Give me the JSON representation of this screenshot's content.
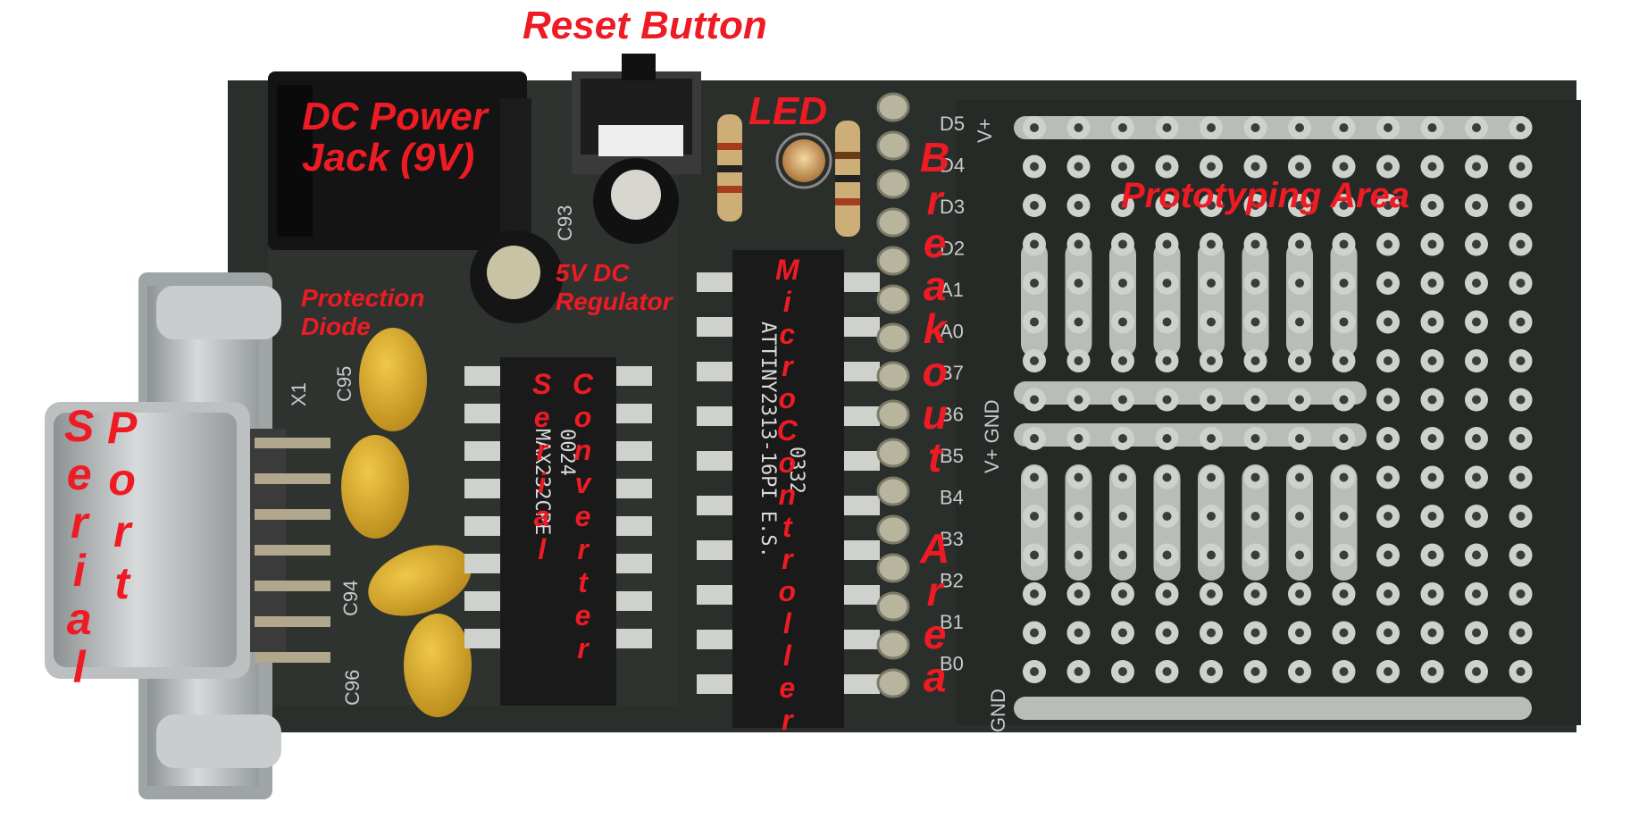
{
  "labels": {
    "reset_button": "Reset Button",
    "dc_power_jack_line1": "DC Power",
    "dc_power_jack_line2": "Jack (9V)",
    "led": "LED",
    "prototyping_area": "Prototyping Area",
    "regulator_line1": "5V DC",
    "regulator_line2": "Regulator",
    "protection_diode_line1": "Protection",
    "protection_diode_line2": "Diode",
    "serial_port_col1": "Serial",
    "serial_port_col2": "Port",
    "serial_converter_col1": "Serial",
    "serial_converter_col2": "Converter",
    "microcontroller": "MicroController",
    "breakout_area_col1": "Breakout",
    "breakout_area_col2": "Area"
  },
  "silkscreen": {
    "breakout_pins": [
      "D5",
      "D4",
      "D3",
      "D2",
      "A1",
      "A0",
      "B7",
      "B6",
      "B5",
      "B4",
      "B3",
      "B2",
      "B1",
      "B0"
    ],
    "vplus_top": "V+",
    "vplus_gnd": "V+ GND",
    "gnd_bottom": "GND",
    "x1": "X1",
    "c95": "C95",
    "c94": "C94",
    "c96": "C96",
    "c93": "C93",
    "mcu_marking": "ATTINY2313-16PI E.S.",
    "mcu_code": "0332",
    "rs232_marking": "MAX232CPE",
    "rs232_code": "0024"
  },
  "colors": {
    "label": "#ee1b24",
    "board": "#2d312d",
    "pad": "#cfd2cc",
    "capacitor_yellow": "#d9a92a",
    "connector_metal": "#b7bbbc"
  }
}
